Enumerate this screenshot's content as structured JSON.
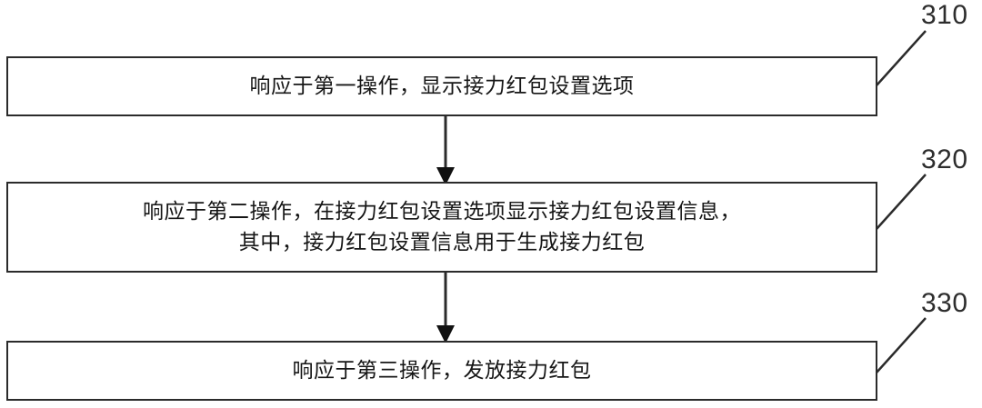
{
  "diagram": {
    "type": "flowchart",
    "orientation": "vertical",
    "line_color": "#2b2b2b",
    "text_color": "#161616",
    "background": "#ffffff",
    "steps": [
      {
        "ref": "310",
        "lines": [
          "响应于第一操作，显示接力红包设置选项"
        ]
      },
      {
        "ref": "320",
        "lines": [
          "响应于第二操作，在接力红包设置选项显示接力红包设置信息，",
          "其中，接力红包设置信息用于生成接力红包"
        ]
      },
      {
        "ref": "330",
        "lines": [
          "响应于第三操作，发放接力红包"
        ]
      }
    ],
    "connectors": [
      {
        "from": "310",
        "to": "320",
        "arrow": "down"
      },
      {
        "from": "320",
        "to": "330",
        "arrow": "down"
      }
    ]
  }
}
